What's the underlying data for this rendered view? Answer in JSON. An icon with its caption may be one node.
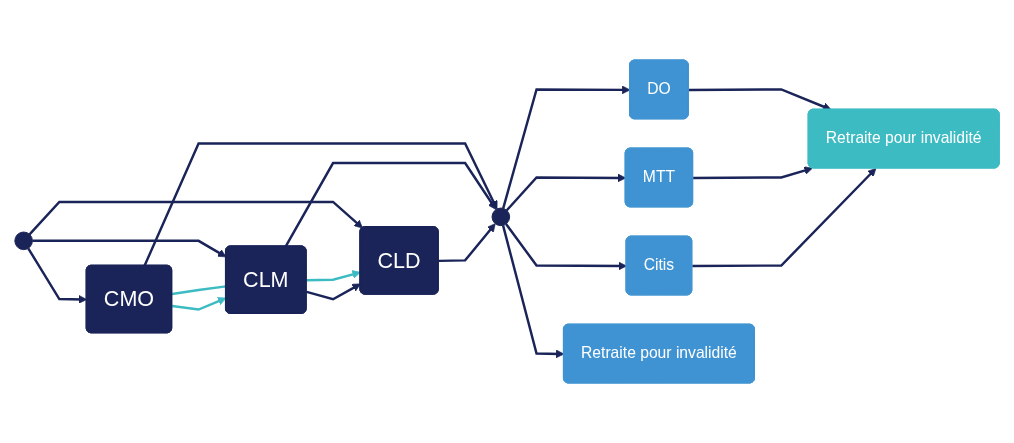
{
  "diagram": {
    "nodes": [
      {
        "text": [],
        "shape": "circle"
      },
      {
        "text": [
          "CMO"
        ]
      },
      {
        "text": [
          "CLM"
        ]
      },
      {
        "text": [
          "CLD"
        ]
      },
      {
        "text": [],
        "shape": "circle"
      },
      {
        "text": [
          "DO"
        ]
      },
      {
        "text": [
          "MTT"
        ]
      },
      {
        "text": [
          "Citis"
        ]
      },
      {
        "text": [
          "Retraite pour invalidité"
        ]
      },
      {
        "text": [
          "Retraite pour invalidité"
        ]
      }
    ],
    "edges": [
      {
        "from": 0,
        "to": 1,
        "arrow": "to"
      },
      {
        "from": 0,
        "to": 2,
        "arrow": "to"
      },
      {
        "from": 0,
        "to": 3,
        "arrow": "to"
      },
      {
        "from": 1,
        "to": 2,
        "arrow": "none",
        "color": "#3dbbc3"
      },
      {
        "from": 1,
        "to": 2,
        "arrow": "to",
        "color": "#3dbbc3"
      },
      {
        "from": 2,
        "to": 3,
        "arrow": "to",
        "color": "#3dbbc3"
      },
      {
        "from": 2,
        "to": 3,
        "arrow": "to"
      },
      {
        "from": 1,
        "to": 4,
        "arrow": "to"
      },
      {
        "from": 2,
        "to": 4,
        "arrow": "to"
      },
      {
        "from": 3,
        "to": 4,
        "arrow": "to"
      },
      {
        "from": 4,
        "to": 5,
        "arrow": "to"
      },
      {
        "from": 4,
        "to": 6,
        "arrow": "to"
      },
      {
        "from": 4,
        "to": 7,
        "arrow": "to"
      },
      {
        "from": 4,
        "to": 8,
        "arrow": "to"
      },
      {
        "from": 5,
        "to": 9,
        "arrow": "to"
      },
      {
        "from": 6,
        "to": 9,
        "arrow": "to"
      },
      {
        "from": 7,
        "to": 9,
        "arrow": "to"
      }
    ]
  }
}
